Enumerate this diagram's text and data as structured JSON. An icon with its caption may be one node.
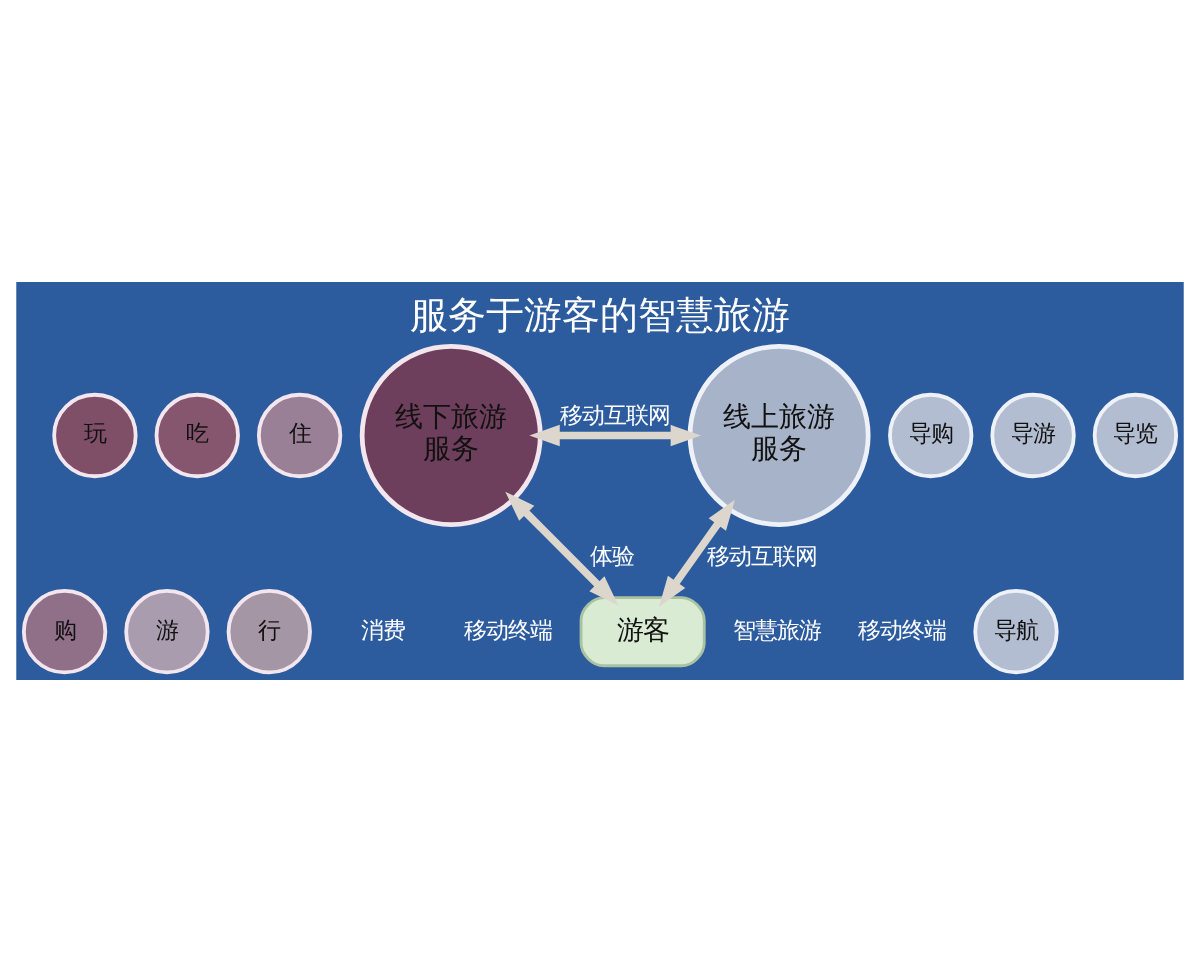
{
  "diagram": {
    "title": "服务于游客的智慧旅游",
    "nodes": [
      {
        "text": [
          "线下旅游服务"
        ]
      },
      {
        "text": [
          "吃"
        ]
      },
      {
        "text": [
          "住"
        ]
      },
      {
        "text": [
          "行"
        ]
      },
      {
        "text": [
          "游"
        ]
      },
      {
        "text": [
          "购"
        ]
      },
      {
        "text": [
          "玩"
        ]
      },
      {
        "text": [
          "线上旅游服务"
        ]
      },
      {
        "text": [
          "导游"
        ]
      },
      {
        "text": [
          "导览"
        ]
      },
      {
        "text": [
          "导航"
        ]
      },
      {
        "text": [
          "导购"
        ]
      },
      {
        "text": [
          "游客"
        ]
      }
    ],
    "edges": [
      {
        "from": 0,
        "to": 7,
        "arrow": "both",
        "label": "移动互联网"
      },
      {
        "from": 0,
        "to": 12,
        "arrow": "both",
        "label": "体验"
      },
      {
        "from": 7,
        "to": 12,
        "arrow": "both",
        "label": "移动互联网"
      }
    ],
    "labels": [
      "移动终端",
      "智慧旅游",
      "消费",
      "移动终端"
    ]
  }
}
